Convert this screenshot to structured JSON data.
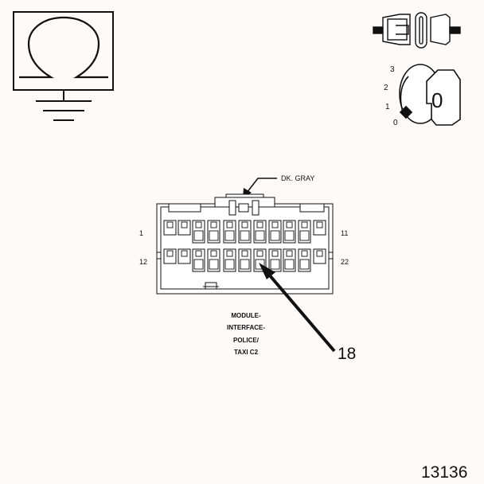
{
  "symbols": {
    "ohmmeter": {
      "icon": "ohm-symbol-icon",
      "glyph": "Ω"
    },
    "ground": {
      "icon": "ground-icon"
    },
    "disconnect": {
      "icon": "connector-disconnect-icon"
    },
    "ignition": {
      "icon": "ignition-key-icon",
      "positions": [
        "3",
        "2",
        "1",
        "0"
      ],
      "key_label": "0"
    }
  },
  "connector": {
    "color_label": "DK. GRAY",
    "pin_labels": {
      "top_left": "1",
      "top_right": "11",
      "bottom_left": "12",
      "bottom_right": "22"
    },
    "name_lines": [
      "MODULE-",
      "INTERFACE-",
      "POLICE/",
      "TAXI C2"
    ],
    "callout_pin": "18"
  },
  "figure_number": "13136",
  "colors": {
    "line": "#111111",
    "background": "#fdfaf8",
    "connector_fill": "#ffffff"
  }
}
